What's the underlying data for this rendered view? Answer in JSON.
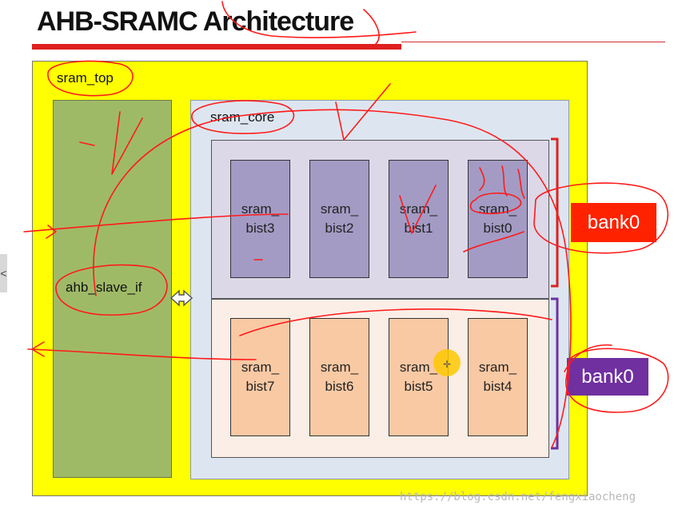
{
  "title": "AHB-SRAMC Architecture",
  "colors": {
    "title_bar": "#e02020",
    "sram_top": "#ffff00",
    "ahb_slave_if": "#9fba67",
    "sram_core": "#dde6f0",
    "bank_upper": "#dcd8e8",
    "bank_lower": "#faeee6",
    "bist_upper": "#a39bc4",
    "bist_lower": "#f9c9a4",
    "bank0_red": "#ff2200",
    "bank0_purple": "#7030a0",
    "annotation_ink": "#ff0000"
  },
  "side_tab": "<",
  "sram_top_label": "sram_top",
  "ahb_slave_if_label": "ahb_slave_if",
  "sram_core_label": "sram_core",
  "upper_bank_bists": [
    {
      "line1": "sram_",
      "line2": "bist3"
    },
    {
      "line1": "sram_",
      "line2": "bist2"
    },
    {
      "line1": "sram_",
      "line2": "bist1"
    },
    {
      "line1": "sram_",
      "line2": "bist0"
    }
  ],
  "lower_bank_bists": [
    {
      "line1": "sram_",
      "line2": "bist7"
    },
    {
      "line1": "sram_",
      "line2": "bist6"
    },
    {
      "line1": "sram_",
      "line2": "bist5"
    },
    {
      "line1": "sram_",
      "line2": "bist4"
    }
  ],
  "bank_labels": {
    "upper": "bank0",
    "lower": "bank0"
  },
  "watermark": "https://blog.csdn.net/fengxiaocheng"
}
